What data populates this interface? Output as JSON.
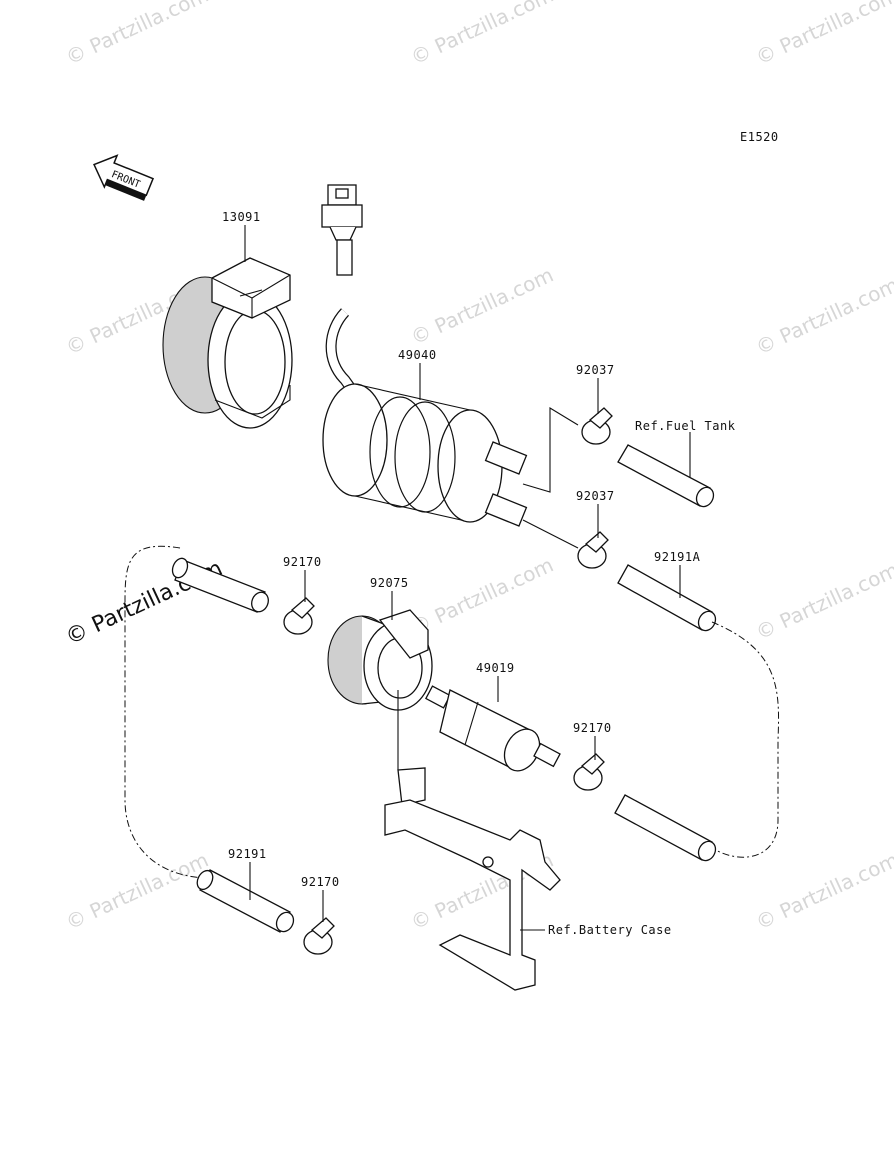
{
  "diagram_code": "E1520",
  "front_label": "FRONT",
  "watermark_text": "© Partzilla.com",
  "parts": [
    {
      "id": "13091"
    },
    {
      "id": "49040"
    },
    {
      "id": "92037a",
      "label": "92037"
    },
    {
      "id": "92037b",
      "label": "92037"
    },
    {
      "id": "92170a",
      "label": "92170"
    },
    {
      "id": "92075"
    },
    {
      "id": "92191A"
    },
    {
      "id": "49019"
    },
    {
      "id": "92170b",
      "label": "92170"
    },
    {
      "id": "92191"
    },
    {
      "id": "92170c",
      "label": "92170"
    }
  ],
  "labels": {
    "p13091": "13091",
    "p49040": "49040",
    "p92037a": "92037",
    "p92037b": "92037",
    "p92170a": "92170",
    "p92075": "92075",
    "p92191A": "92191A",
    "p49019": "49019",
    "p92170b": "92170",
    "p92191": "92191",
    "p92170c": "92170"
  },
  "refs": {
    "fuel_tank": "Ref.Fuel Tank",
    "battery_case": "Ref.Battery Case"
  },
  "colors": {
    "line": "#111111",
    "watermark": "#d6d6d6"
  }
}
